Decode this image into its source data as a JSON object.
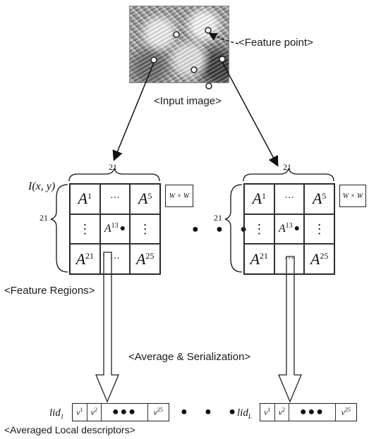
{
  "labels": {
    "feature_point": "<Feature point>",
    "input_image": "<Input image>",
    "feature_regions": "<Feature Regions>",
    "average_serialization": "<Average & Serialization>",
    "averaged_local_descriptors": "<Averaged Local descriptors>"
  },
  "grid": {
    "size_top": "21",
    "size_left": "21",
    "coord_label": "I(x, y)",
    "cells": {
      "top_left": "A",
      "top_left_sup": "1",
      "top_mid": "···",
      "top_right": "A",
      "top_right_sup": "5",
      "mid_left": "⋮",
      "center": "A",
      "center_sup": "13",
      "mid_right": "⋮",
      "bottom_left": "A",
      "bottom_left_sup": "21",
      "bottom_mid": "···",
      "bottom_right": "A",
      "bottom_right_sup": "25"
    },
    "window": "W × W"
  },
  "descriptors": {
    "left_id": "lid",
    "left_id_sub": "1",
    "right_id": "lid",
    "right_id_sub": "L",
    "v": "v",
    "v1_sup": "1",
    "v2_sup": "2",
    "v25_sup": "25",
    "middle_dots": "●●●"
  },
  "ellipsis_dots": "● ● ●"
}
